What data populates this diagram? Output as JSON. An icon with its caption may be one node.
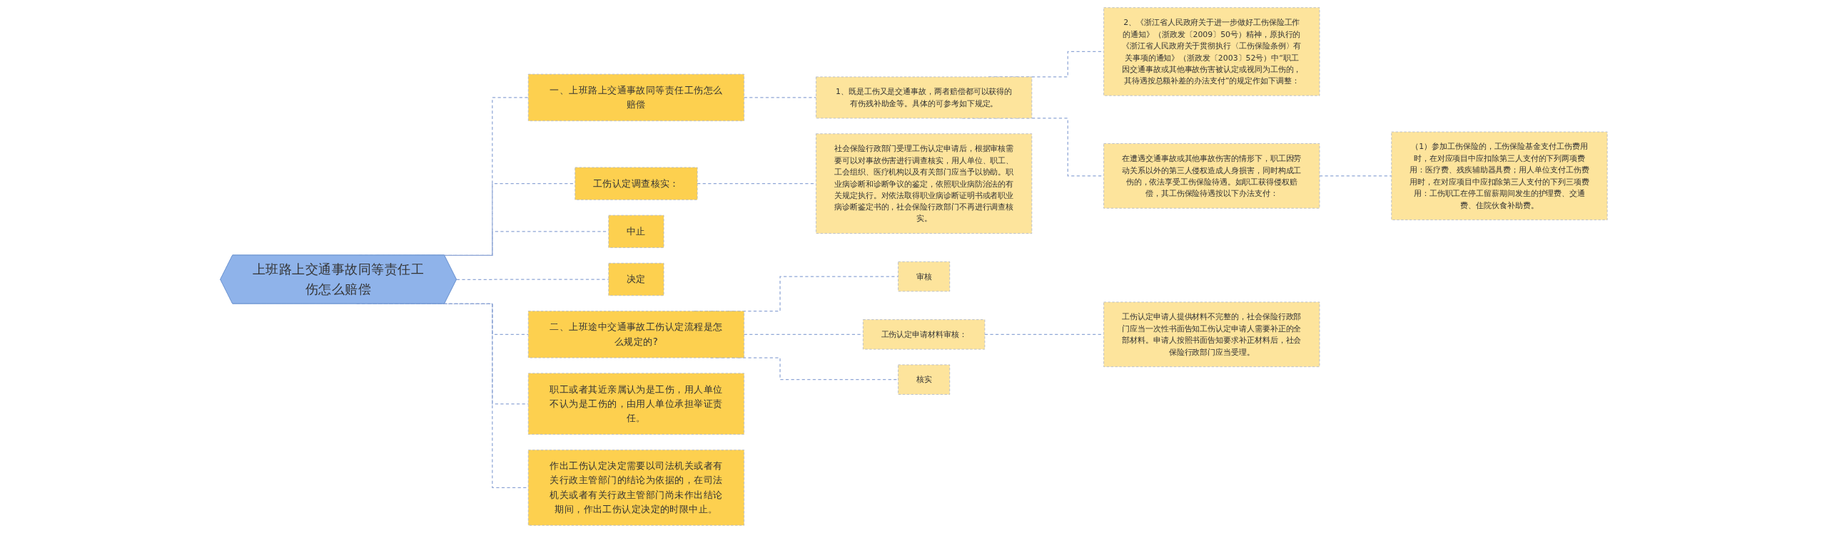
{
  "diagram": {
    "nodes": [
      {
        "text": [
          "上班路上交通事故同等责任工伤怎么赔偿"
        ]
      },
      {
        "text": [
          "一、上班路上交通事故同等责任工伤怎么赔偿"
        ]
      },
      {
        "text": [
          "1、既是工伤又是交通事故，两者赔偿都可以获得的有伤残补助金等。具体的可参考如下规定。"
        ]
      },
      {
        "text": [
          "2、《浙江省人民政府关于进一步做好工伤保险工作的通知》（浙政发〔2009〕50号）精神，原执行的《浙江省人民政府关于贯彻执行〈工伤保险条例〉有关事项的通知》（浙政发〔2003〕52号）中“职工因交通事故或其他事故伤害被认定或视同为工伤的，其待遇按总额补差的办法支付”的规定作如下调整："
        ]
      },
      {
        "text": [
          "在遭遇交通事故或其他事故伤害的情形下，职工因劳动关系以外的第三人侵权造成人身损害，同时构成工伤的，依法享受工伤保险待遇。如职工获得侵权赔偿，其工伤保险待遇按以下办法支付："
        ]
      },
      {
        "text": [
          "（1）参加工伤保险的，工伤保险基金支付工伤费用时，在对应项目中应扣除第三人支付的下列两项费用：医疗费、残疾辅助器具费；用人单位支付工伤费用时，在对应项目中应扣除第三人支付的下列三项费用：工伤职工在停工留薪期间发生的护理费、交通费、住院伙食补助费。"
        ]
      },
      {
        "text": [
          "工伤认定调查核实："
        ]
      },
      {
        "text": [
          "社会保险行政部门受理工伤认定申请后，根据审核需要可以对事故伤害进行调查核实，用人单位、职工、工会组织、医疗机构以及有关部门应当予以协助。职业病诊断和诊断争议的鉴定，依照职业病防治法的有关规定执行。对依法取得职业病诊断证明书或者职业病诊断鉴定书的，社会保险行政部门不再进行调查核实。"
        ]
      },
      {
        "text": [
          "中止"
        ]
      },
      {
        "text": [
          "决定"
        ]
      },
      {
        "text": [
          "二、上班途中交通事故工伤认定流程是怎么规定的?"
        ]
      },
      {
        "text": [
          "审核"
        ]
      },
      {
        "text": [
          "工伤认定申请材料审核："
        ]
      },
      {
        "text": [
          "工伤认定申请人提供材料不完整的，社会保险行政部门应当一次性书面告知工伤认定申请人需要补正的全部材料。申请人按照书面告知要求补正材料后，社会保险行政部门应当受理。"
        ]
      },
      {
        "text": [
          "核实"
        ]
      },
      {
        "text": [
          "职工或者其近亲属认为是工伤，用人单位不认为是工伤的，由用人单位承担举证责任。"
        ]
      },
      {
        "text": [
          "作出工伤认定决定需要以司法机关或者有关行政主管部门的结论为依据的，在司法机关或者有关行政主管部门尚未作出结论期间，作出工伤认定决定的时限中止。"
        ]
      }
    ],
    "edges": [
      {
        "from": 0,
        "to": 1,
        "arrow": "none"
      },
      {
        "from": 1,
        "to": 2,
        "arrow": "none"
      },
      {
        "from": 2,
        "to": 3,
        "arrow": "none"
      },
      {
        "from": 2,
        "to": 4,
        "arrow": "none"
      },
      {
        "from": 4,
        "to": 5,
        "arrow": "none"
      },
      {
        "from": 0,
        "to": 6,
        "arrow": "none"
      },
      {
        "from": 6,
        "to": 7,
        "arrow": "none"
      },
      {
        "from": 0,
        "to": 8,
        "arrow": "none"
      },
      {
        "from": 0,
        "to": 9,
        "arrow": "none"
      },
      {
        "from": 0,
        "to": 10,
        "arrow": "none"
      },
      {
        "from": 10,
        "to": 11,
        "arrow": "none"
      },
      {
        "from": 10,
        "to": 12,
        "arrow": "none"
      },
      {
        "from": 12,
        "to": 13,
        "arrow": "none"
      },
      {
        "from": 10,
        "to": 14,
        "arrow": "none"
      },
      {
        "from": 0,
        "to": 15,
        "arrow": "none"
      },
      {
        "from": 0,
        "to": 16,
        "arrow": "none"
      }
    ]
  }
}
